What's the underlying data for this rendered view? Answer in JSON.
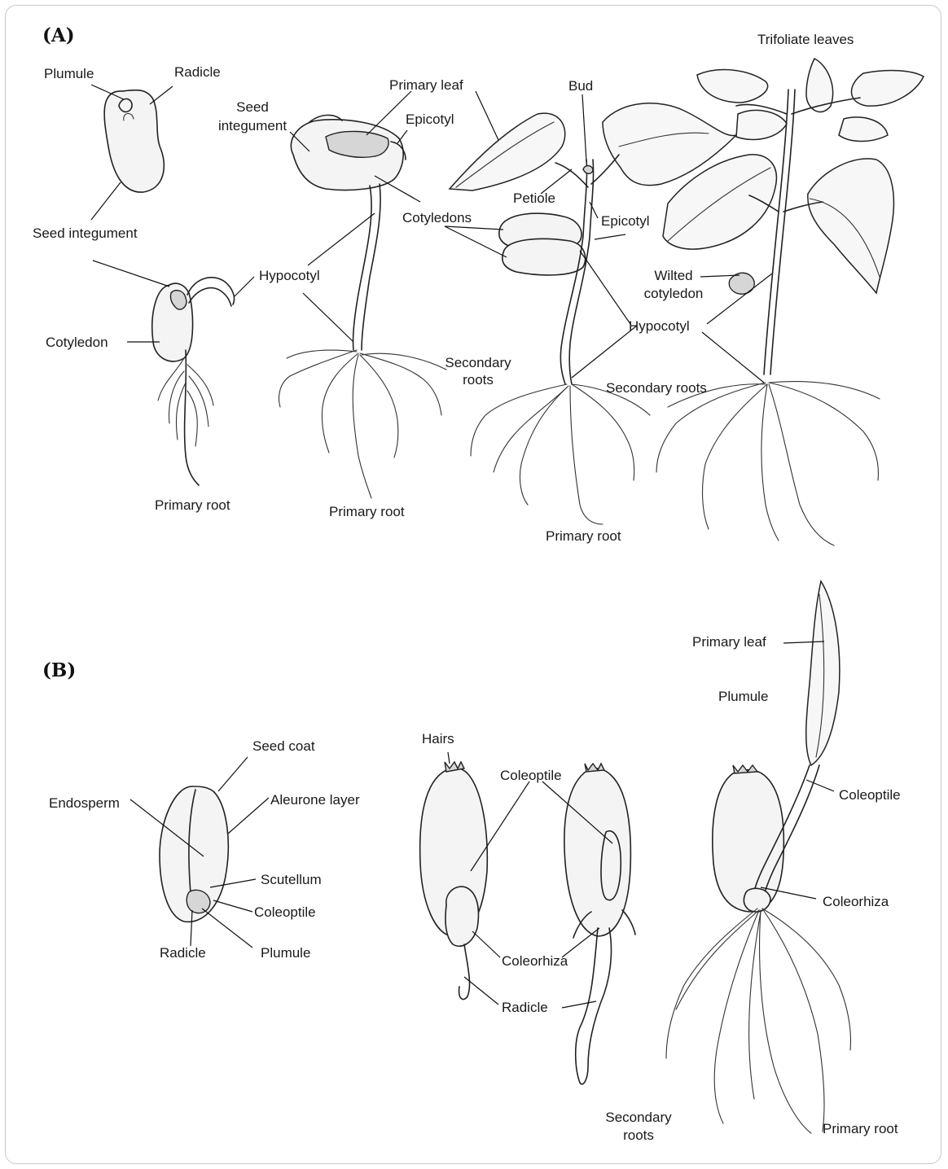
{
  "panels": {
    "a": "(A)",
    "b": "(B)"
  },
  "labels_a": {
    "plumule": "Plumule",
    "radicle": "Radicle",
    "seed_integument_1": "Seed integument",
    "seed_integument_2_line1": "Seed",
    "seed_integument_2_line2": "integument",
    "cotyledon": "Cotyledon",
    "hypocotyl_1": "Hypocotyl",
    "primary_root_1": "Primary root",
    "primary_leaf": "Primary leaf",
    "epicotyl_1": "Epicotyl",
    "primary_root_2": "Primary root",
    "bud": "Bud",
    "petiole": "Petiole",
    "cotyledons": "Cotyledons",
    "epicotyl_2": "Epicotyl",
    "secondary_roots_1_line1": "Secondary",
    "secondary_roots_1_line2": "roots",
    "hypocotyl_2": "Hypocotyl",
    "secondary_roots_2": "Secondary roots",
    "primary_root_3": "Primary root",
    "trifoliate_leaves": "Trifoliate leaves",
    "wilted_cotyledon_line1": "Wilted",
    "wilted_cotyledon_line2": "cotyledon"
  },
  "labels_b": {
    "endosperm": "Endosperm",
    "seed_coat": "Seed coat",
    "aleurone_layer": "Aleurone layer",
    "scutellum": "Scutellum",
    "coleoptile_1": "Coleoptile",
    "radicle_1": "Radicle",
    "plumule_1": "Plumule",
    "hairs": "Hairs",
    "coleoptile_2": "Coleoptile",
    "coleorhiza_1": "Coleorhiza",
    "radicle_2": "Radicle",
    "primary_leaf": "Primary leaf",
    "plumule_2": "Plumule",
    "coleoptile_3": "Coleoptile",
    "coleorhiza_2": "Coleorhiza",
    "secondary_roots_line1": "Secondary",
    "secondary_roots_line2": "roots",
    "primary_root": "Primary root"
  }
}
